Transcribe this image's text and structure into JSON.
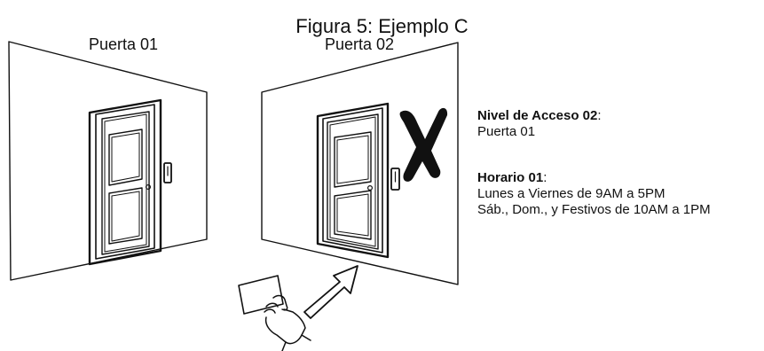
{
  "title": "Figura 5: Ejemplo C",
  "doors": [
    {
      "label": "Puerta 01",
      "access": "allowed"
    },
    {
      "label": "Puerta 02",
      "access": "denied"
    }
  ],
  "access_level": {
    "heading": "Nivel de Acceso 02",
    "items": [
      "Puerta 01"
    ]
  },
  "schedule": {
    "heading": "Horario 01",
    "lines": [
      "Lunes a Viernes de 9AM a 5PM",
      "Sáb., Dom., y Festivos de 10AM a 1PM"
    ]
  },
  "icons": {
    "denied": "x-mark-icon",
    "card": "access-card-icon",
    "arrow": "swipe-arrow-icon"
  },
  "colors": {
    "line": "#111111",
    "background": "#ffffff"
  }
}
